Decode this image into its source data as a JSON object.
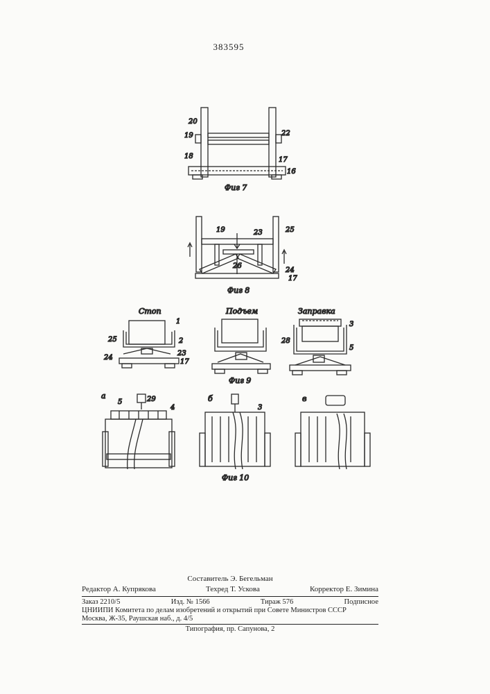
{
  "header": {
    "patent_number": "383595"
  },
  "figures": {
    "fig7": {
      "caption": "Фиг 7",
      "labels": {
        "l20": "20",
        "l19": "19",
        "l22": "22",
        "l18": "18",
        "l17": "17",
        "l16": "16"
      }
    },
    "fig8": {
      "caption": "Фиг 8",
      "labels": {
        "l19": "19",
        "l23": "23",
        "l25": "25",
        "l26": "26",
        "l24": "24",
        "l17": "17"
      }
    },
    "fig9": {
      "caption": "Фиг 9",
      "panels": {
        "stop": "Стоп",
        "lift": "Подъем",
        "load": "Заправка"
      },
      "labels": {
        "l1": "1",
        "l2": "2",
        "l25": "25",
        "l23": "23",
        "l24": "24",
        "l17": "17",
        "l3": "3",
        "l28": "28",
        "l5": "5"
      }
    },
    "fig10": {
      "caption": "Фиг 10",
      "panels": {
        "a": "а",
        "b": "б",
        "v": "в"
      },
      "labels": {
        "l5": "5",
        "l29": "29",
        "l4": "4",
        "l3": "3"
      }
    }
  },
  "footer": {
    "composer": "Составитель Э. Бегельман",
    "editor": "Редактор А. Купрякова",
    "techred": "Техред Т. Ускова",
    "corrector": "Корректор Е. Зимина",
    "order": "Заказ 2210/5",
    "edition": "Изд. № 1566",
    "circulation": "Тираж 576",
    "subscription": "Подписное",
    "org": "ЦНИИПИ Комитета по делам изобретений и открытий при Совете Министров СССР",
    "address": "Москва, Ж-35, Раушская наб., д. 4/5",
    "print": "Типография, пр. Сапунова, 2"
  }
}
